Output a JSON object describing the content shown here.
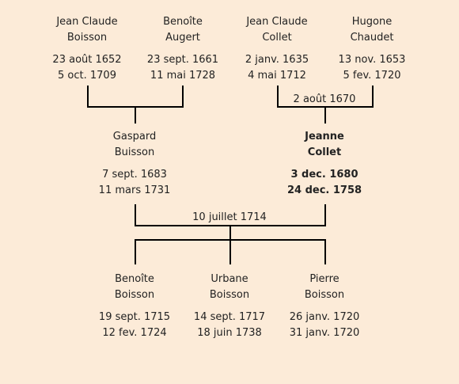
{
  "grandparents_left": [
    {
      "first": "Jean Claude",
      "last": "Boisson",
      "birth": "23 août 1652",
      "death": "5 oct. 1709"
    },
    {
      "first": "Benoîte",
      "last": "Augert",
      "birth": "23 sept. 1661",
      "death": "11 mai 1728"
    }
  ],
  "grandparents_right": [
    {
      "first": "Jean Claude",
      "last": "Collet",
      "birth": "2 janv. 1635",
      "death": "4 mai 1712"
    },
    {
      "first": "Hugone",
      "last": "Chaudet",
      "birth": "13 nov. 1653",
      "death": "5 fev. 1720"
    }
  ],
  "right_marriage": "2 août 1670",
  "parents": [
    {
      "first": "Gaspard",
      "last": "Buisson",
      "birth": "7 sept. 1683",
      "death": "11 mars 1731"
    },
    {
      "first": "Jeanne",
      "last": "Collet",
      "birth": "3 dec. 1680",
      "death": "24 dec. 1758"
    }
  ],
  "parents_marriage": "10 juillet 1714",
  "children": [
    {
      "first": "Benoîte",
      "last": "Boisson",
      "birth": "19 sept. 1715",
      "death": "12 fev. 1724"
    },
    {
      "first": "Urbane",
      "last": "Boisson",
      "birth": "14 sept. 1717",
      "death": "18 juin 1738"
    },
    {
      "first": "Pierre",
      "last": "Boisson",
      "birth": "26 janv. 1720",
      "death": "31 janv. 1720"
    }
  ]
}
